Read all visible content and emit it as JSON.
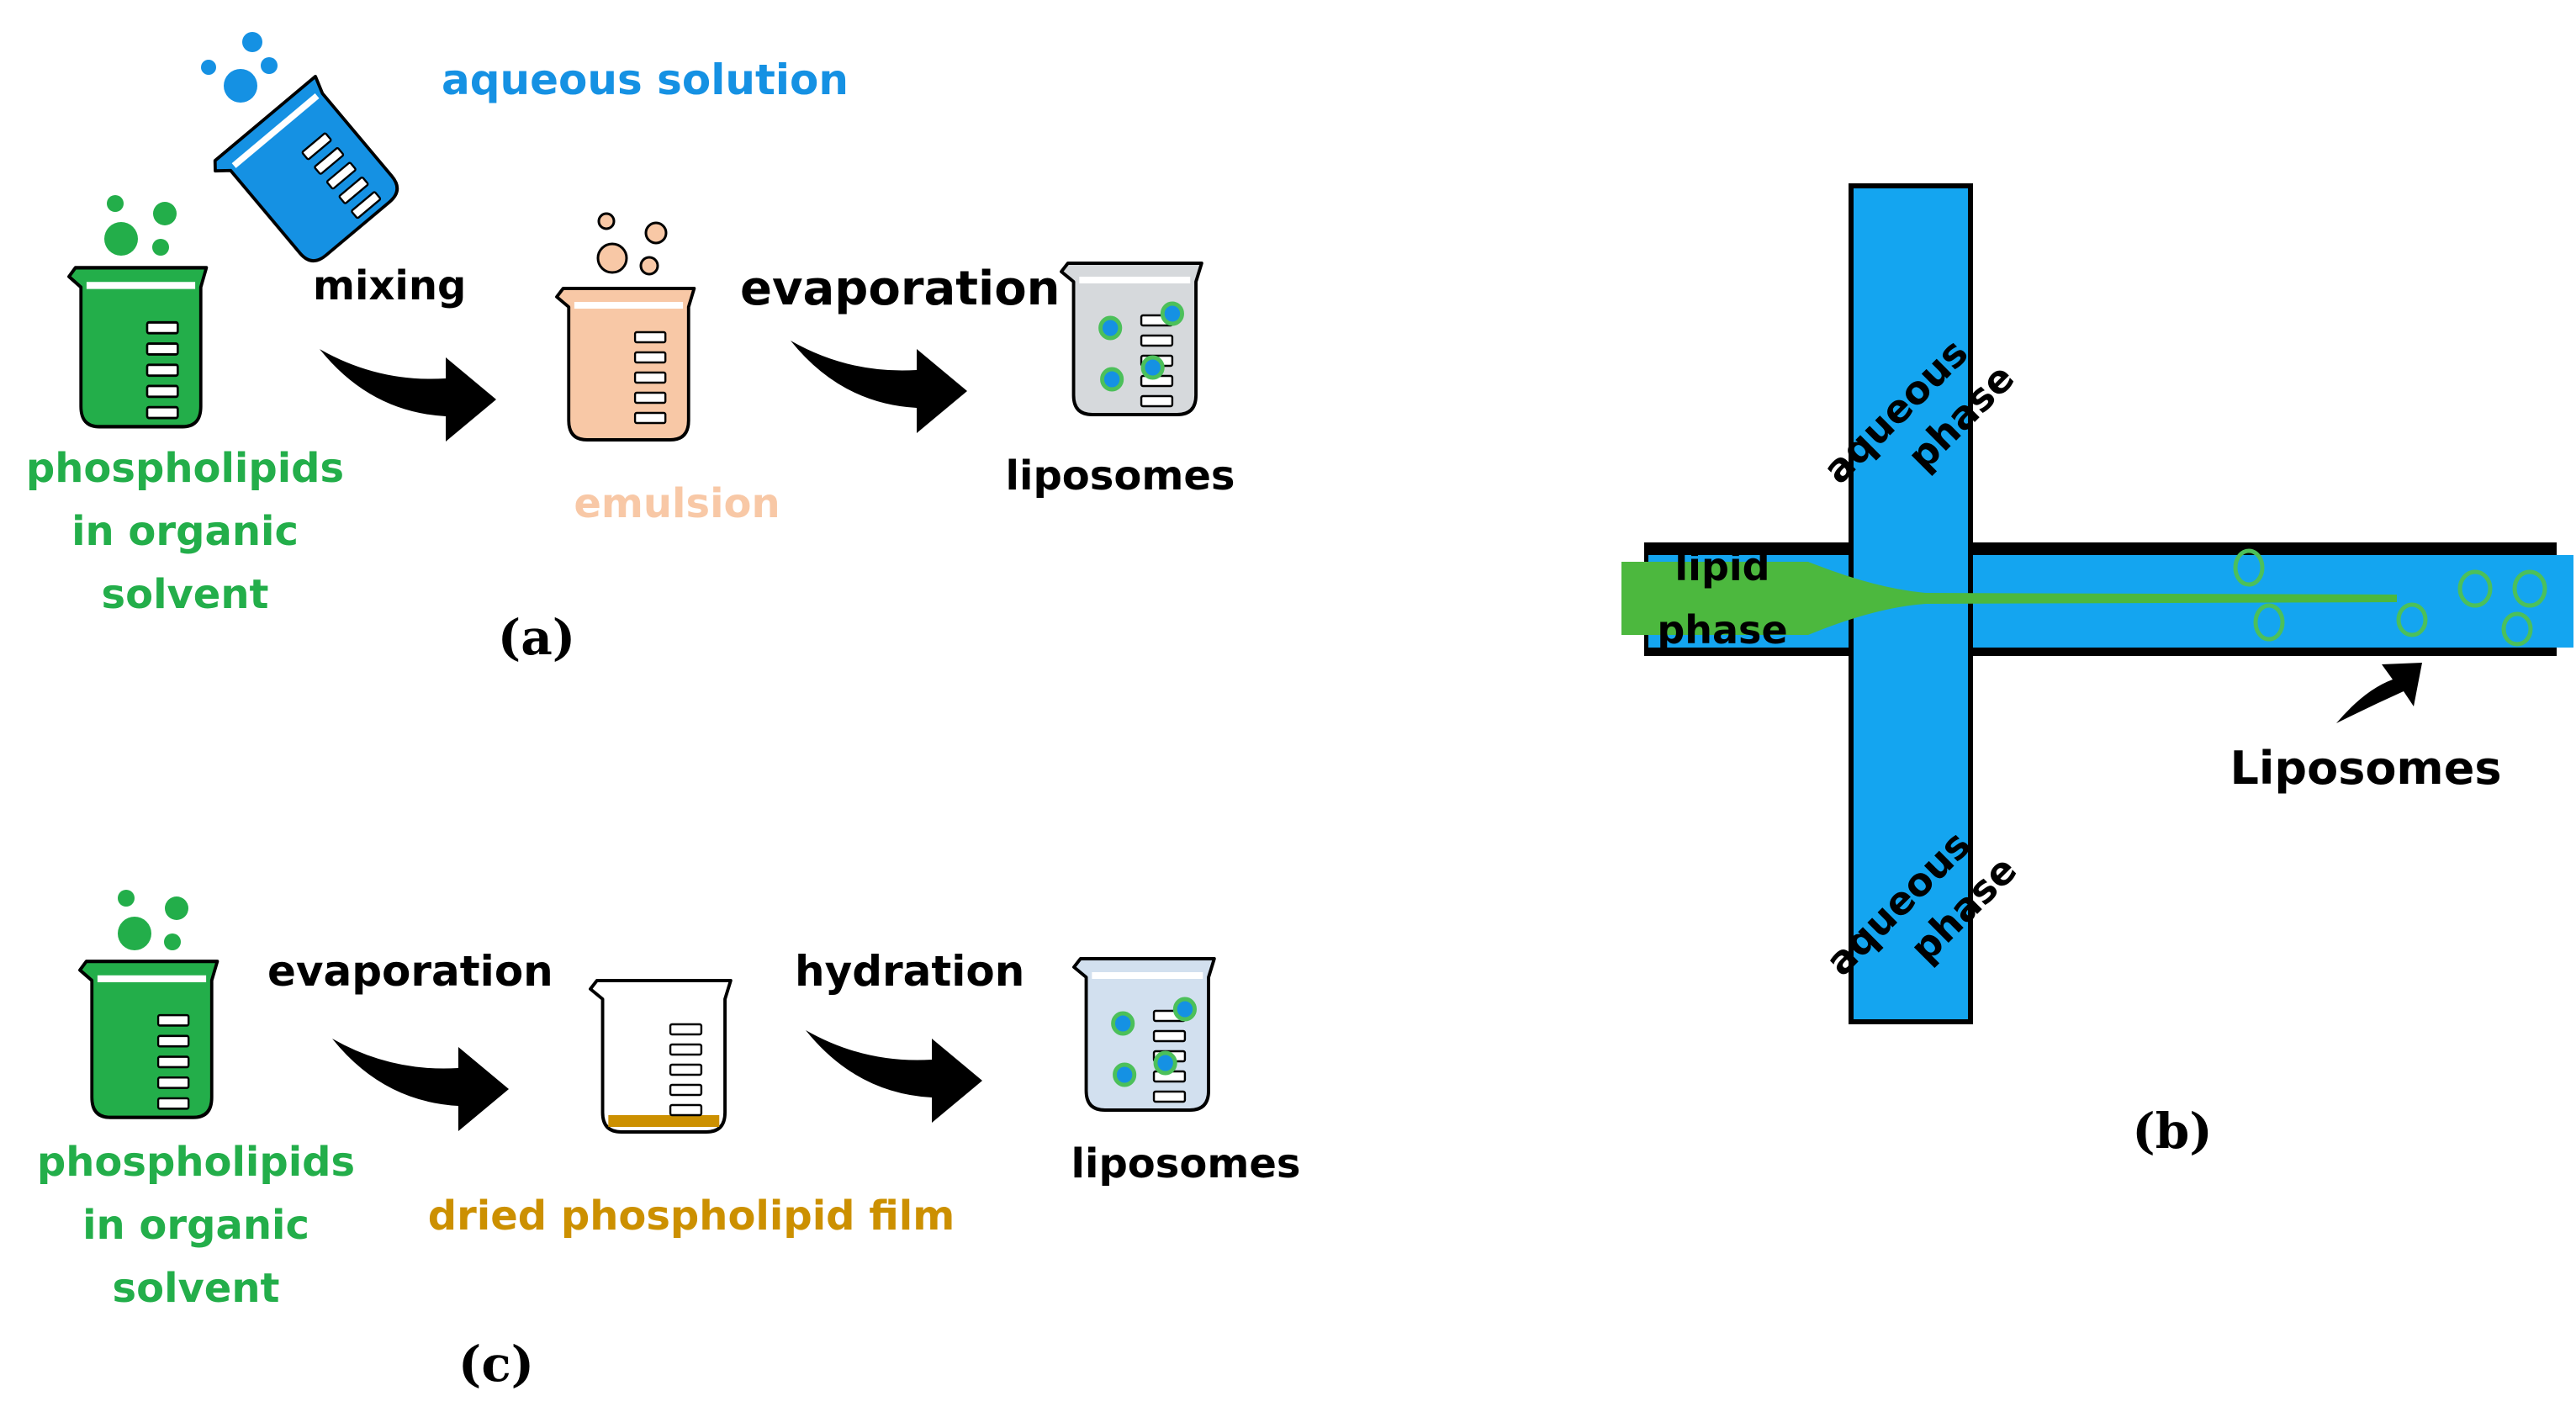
{
  "colors": {
    "green": "#23AE4A",
    "blue": "#1591E3",
    "channel_blue": "#14A5F0",
    "peach": "#F8C8A6",
    "gold": "#CC9000",
    "liposome_green": "#4CC05A",
    "black": "#000000"
  },
  "panel_a": {
    "caption": "(a)",
    "top_label": "aqueous solution",
    "step1_label": "mixing",
    "step2_label": "evaporation",
    "start_label": [
      "phospholipids",
      "in organic",
      "solvent"
    ],
    "middle_label": "emulsion",
    "end_label": "liposomes"
  },
  "panel_b": {
    "caption": "(b)",
    "top_channel_label": [
      "aqueous",
      "phase"
    ],
    "bottom_channel_label": [
      "aqueous",
      "phase"
    ],
    "inlet_label": [
      "lipid",
      "phase"
    ],
    "outlet_label": "Liposomes"
  },
  "panel_c": {
    "caption": "(c)",
    "step1_label": "evaporation",
    "step2_label": "hydration",
    "start_label": [
      "phospholipids",
      "in organic",
      "solvent"
    ],
    "middle_label": "dried phospholipid film",
    "end_label": "liposomes"
  },
  "icons": [
    "beaker-icon-green",
    "beaker-icon-blue-tilted",
    "beaker-icon-peach",
    "beaker-icon-liposomes",
    "beaker-icon-empty-film",
    "curved-arrow-icon"
  ]
}
